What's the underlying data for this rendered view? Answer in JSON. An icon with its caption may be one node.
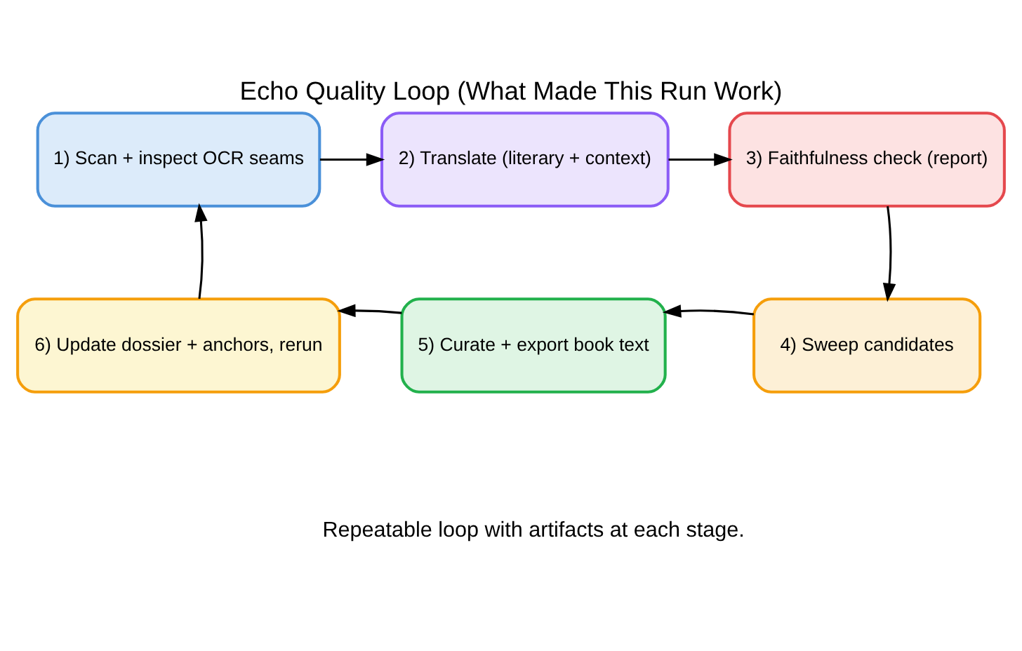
{
  "diagram": {
    "title": "Echo Quality Loop (What Made This Run Work)",
    "caption": "Repeatable loop with artifacts at each stage.",
    "nodes": [
      {
        "text": [
          "1) Scan + inspect OCR seams"
        ]
      },
      {
        "text": [
          "2) Translate (literary + context)"
        ]
      },
      {
        "text": [
          "3) Faithfulness check (report)"
        ]
      },
      {
        "text": [
          "4) Sweep candidates"
        ]
      },
      {
        "text": [
          "5) Curate + export book text"
        ]
      },
      {
        "text": [
          "6) Update dossier + anchors, rerun"
        ]
      }
    ],
    "edges": [
      {
        "from": 0,
        "to": 1,
        "arrow": "to"
      },
      {
        "from": 1,
        "to": 2,
        "arrow": "to"
      },
      {
        "from": 2,
        "to": 3,
        "arrow": "to"
      },
      {
        "from": 3,
        "to": 4,
        "arrow": "to"
      },
      {
        "from": 4,
        "to": 5,
        "arrow": "to"
      },
      {
        "from": 5,
        "to": 0,
        "arrow": "to"
      }
    ]
  }
}
